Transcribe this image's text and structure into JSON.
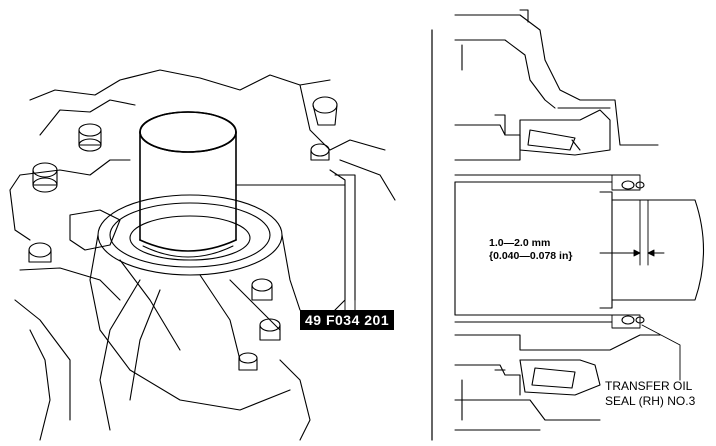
{
  "left_figure": {
    "tool_label": "49 F034 201"
  },
  "right_figure": {
    "dimension": {
      "metric": "1.0—2.0 mm",
      "imperial": "{0.040—0.078 in}"
    },
    "callout": {
      "line1": "TRANSFER OIL",
      "line2": "SEAL (RH) NO.3"
    }
  }
}
